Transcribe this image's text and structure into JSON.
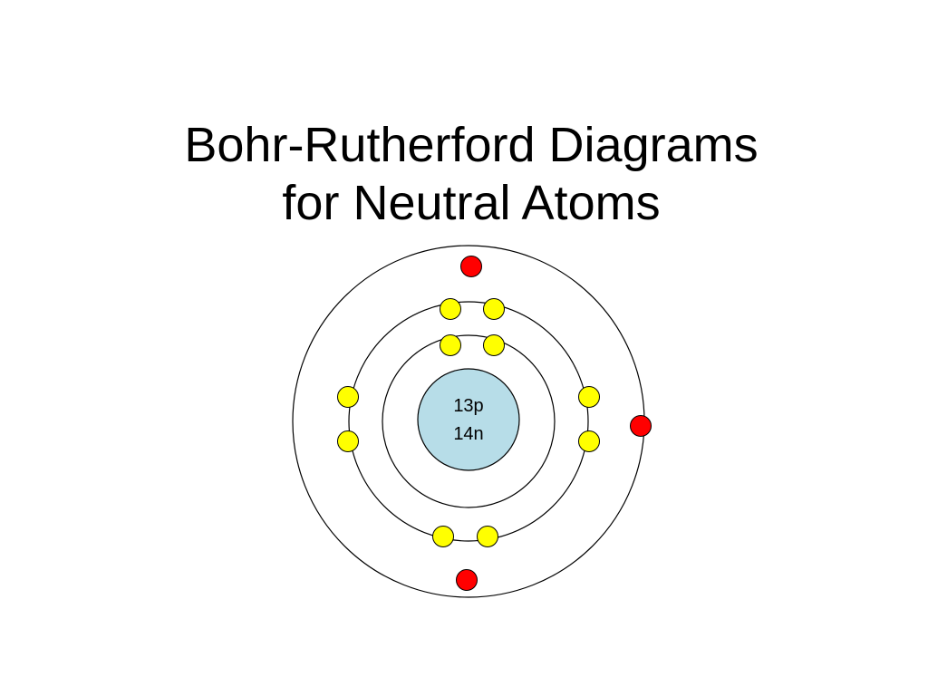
{
  "title": {
    "line1": "Bohr-Rutherford Diagrams",
    "line2": "for Neutral Atoms"
  },
  "atom": {
    "nucleus": {
      "protons_label": "13p",
      "neutrons_label": "14n",
      "color": "#b7dde8"
    },
    "shells": [
      {
        "shell": 1,
        "electron_count": 2
      },
      {
        "shell": 2,
        "electron_count": 8
      },
      {
        "shell": 3,
        "electron_count": 3
      }
    ],
    "colors": {
      "inner_electron": "#ffff00",
      "valence_electron": "#ff0000",
      "orbit_stroke": "#000000"
    }
  }
}
